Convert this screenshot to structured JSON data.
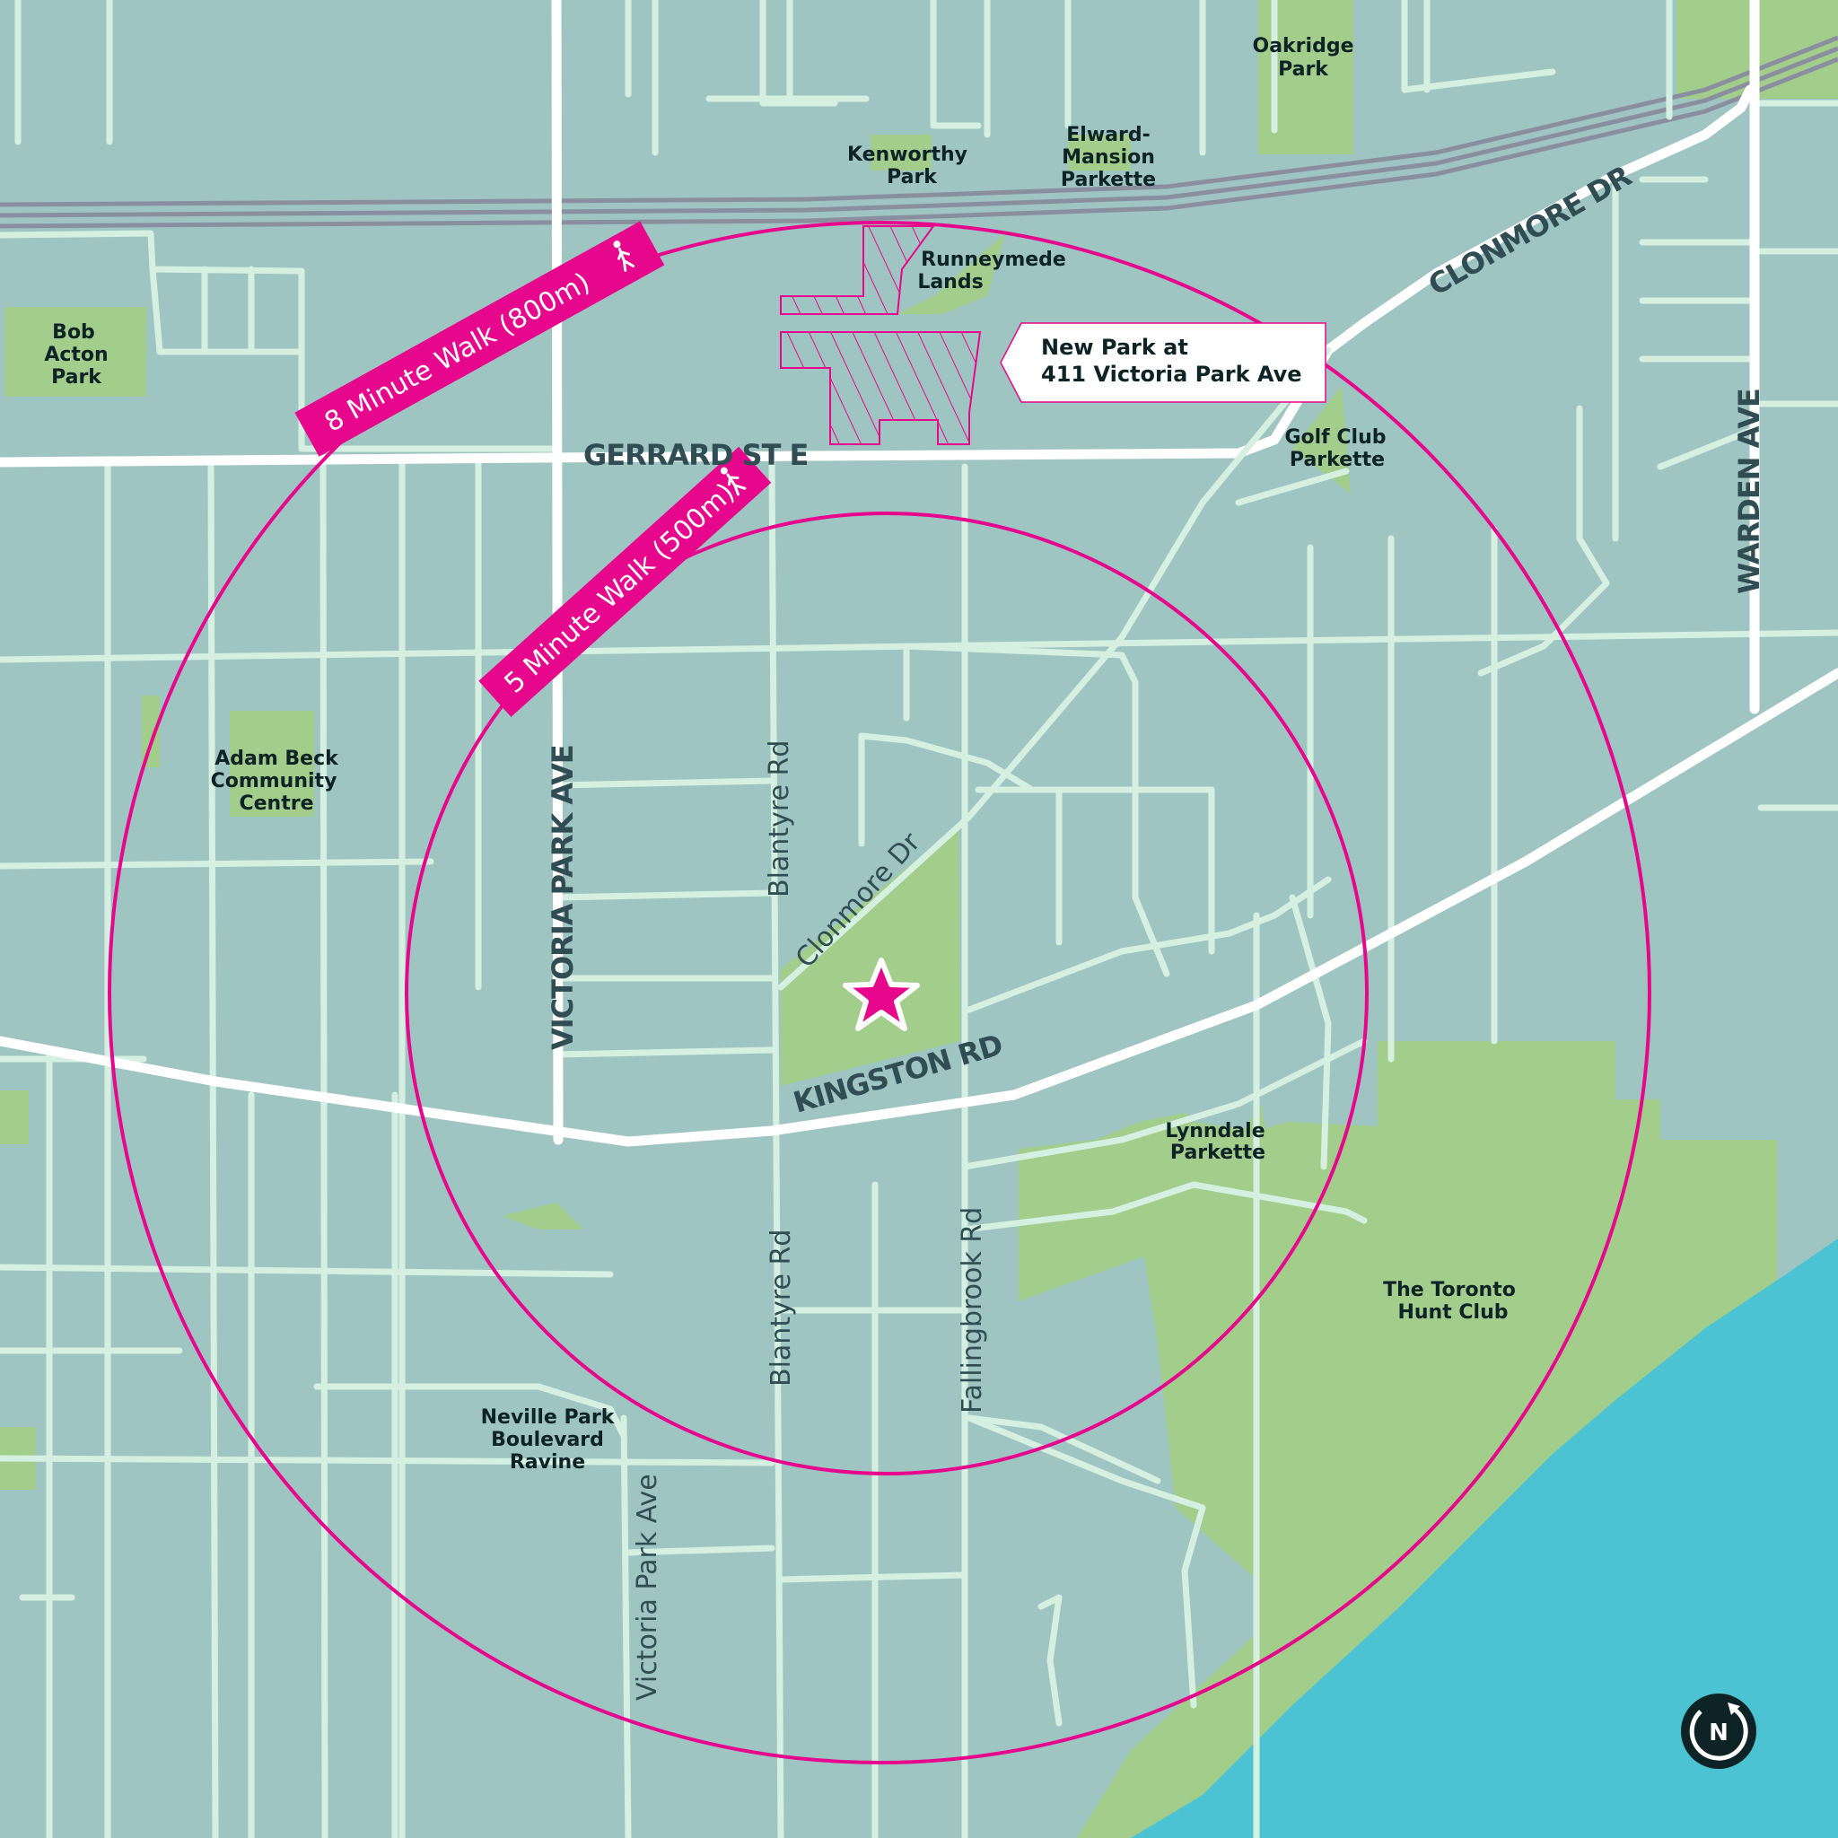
{
  "map": {
    "colors": {
      "land": "#9fc5c2",
      "park": "#a2cd8a",
      "water": "#4bc3d3",
      "major_road": "#ffffff",
      "minor_road": "#d5f0e1",
      "railway": "#8a8fa0",
      "accent": "#e6078c",
      "label_dark": "#0d2326",
      "label_street": "#2f4d52"
    },
    "walk_rings": [
      {
        "label": "8 Minute Walk (800m)",
        "icon": "pedestrian-icon",
        "radius_m": 800,
        "minutes": 8
      },
      {
        "label": "5 Minute Walk (500m)",
        "icon": "pedestrian-icon",
        "radius_m": 500,
        "minutes": 5
      }
    ],
    "callout": {
      "line1": "New Park at",
      "line2": "411 Victoria Park Ave"
    },
    "center_marker": {
      "icon": "star-icon"
    },
    "compass": {
      "letter": "N",
      "icon": "north-rotate-icon"
    },
    "streets": {
      "gerrard": "GERRARD ST E",
      "kingston": "KINGSTON RD",
      "victoria_park_major": "VICTORIA PARK AVE",
      "victoria_park_minor": "Victoria Park Ave",
      "clonmore_major": "CLONMORE DR",
      "clonmore_minor": "Clonmore Dr",
      "warden": "WARDEN AVE",
      "blantyre_north": "Blantyre Rd",
      "blantyre_south": "Blantyre Rd",
      "fallingbrook": "Fallingbrook Rd"
    },
    "parks": {
      "oakridge": [
        "Oakridge",
        "Park"
      ],
      "kenworthy": [
        "Kenworthy",
        "Park"
      ],
      "elward": [
        "Elward-",
        "Mansion",
        "Parkette"
      ],
      "runnymede": [
        "Runneymede",
        "Lands"
      ],
      "bob_acton": [
        "Bob",
        "Acton",
        "Park"
      ],
      "golf_club": [
        "Golf Club",
        "Parkette"
      ],
      "adam_beck": [
        "Adam Beck",
        "Community",
        "Centre"
      ],
      "lynndale": [
        "Lynndale",
        "Parkette"
      ],
      "hunt_club": [
        "The Toronto",
        "Hunt Club"
      ],
      "neville": [
        "Neville Park",
        "Boulevard",
        "Ravine"
      ]
    }
  }
}
